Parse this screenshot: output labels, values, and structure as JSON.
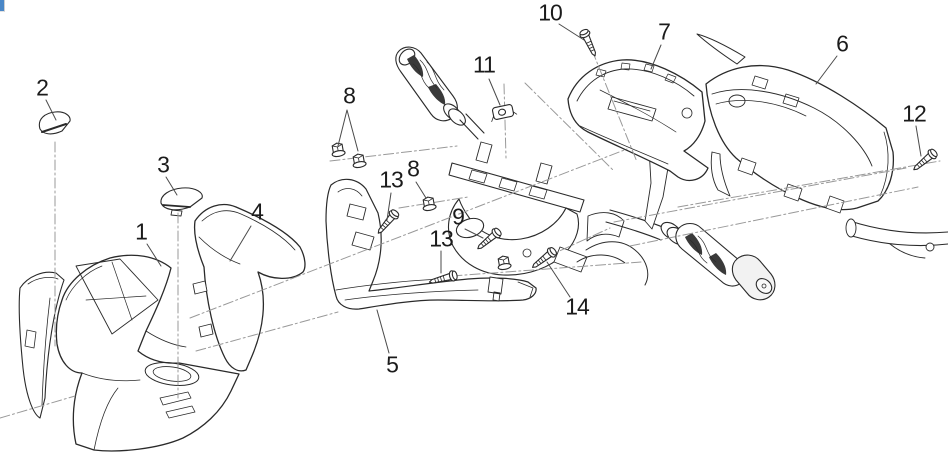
{
  "meta": {
    "background_color": "#ffffff",
    "line_color": "#2a2a2a",
    "guide_line_color": "#999999",
    "corner_icon_color": "#4a87c7"
  },
  "callouts": [
    {
      "id": "callout-1",
      "label": "1"
    },
    {
      "id": "callout-2",
      "label": "2"
    },
    {
      "id": "callout-3",
      "label": "3"
    },
    {
      "id": "callout-4",
      "label": "4"
    },
    {
      "id": "callout-5",
      "label": "5"
    },
    {
      "id": "callout-6",
      "label": "6"
    },
    {
      "id": "callout-7",
      "label": "7"
    },
    {
      "id": "callout-8a",
      "label": "8"
    },
    {
      "id": "callout-8b",
      "label": "8"
    },
    {
      "id": "callout-9",
      "label": "9"
    },
    {
      "id": "callout-10",
      "label": "10"
    },
    {
      "id": "callout-11",
      "label": "11"
    },
    {
      "id": "callout-12",
      "label": "12"
    },
    {
      "id": "callout-13a",
      "label": "13"
    },
    {
      "id": "callout-13b",
      "label": "13"
    },
    {
      "id": "callout-14",
      "label": "14"
    }
  ]
}
